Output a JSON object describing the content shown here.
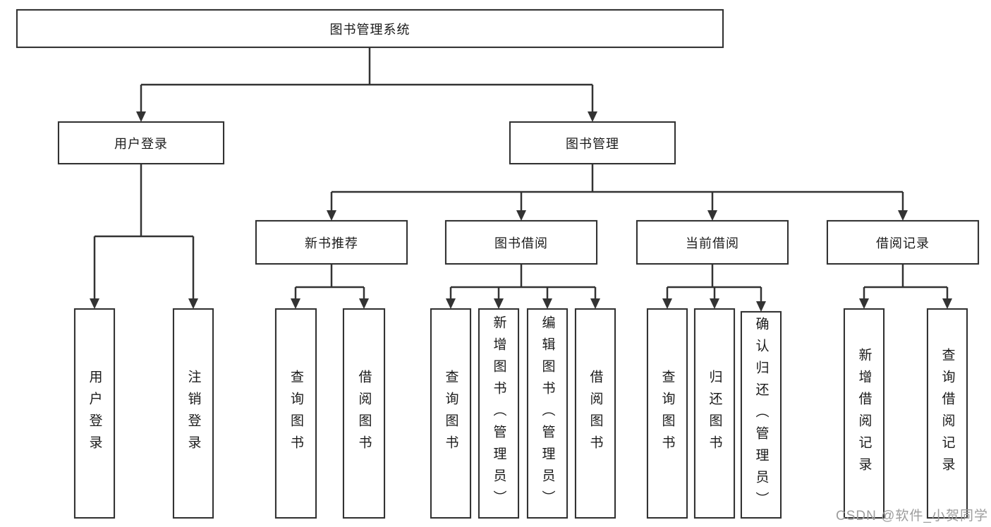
{
  "diagram_type": "hierarchy-tree",
  "tree": {
    "root": {
      "label": "图书管理系统",
      "children": [
        {
          "label": "用户登录",
          "children": [
            {
              "label": "用户登录"
            },
            {
              "label": "注销登录"
            }
          ]
        },
        {
          "label": "图书管理",
          "children": [
            {
              "label": "新书推荐",
              "children": [
                {
                  "label": "查询图书"
                },
                {
                  "label": "借阅图书"
                }
              ]
            },
            {
              "label": "图书借阅",
              "children": [
                {
                  "label": "查询图书"
                },
                {
                  "label": "新增图书（管理员）"
                },
                {
                  "label": "编辑图书（管理员）"
                },
                {
                  "label": "借阅图书"
                }
              ]
            },
            {
              "label": "当前借阅",
              "children": [
                {
                  "label": "查询图书"
                },
                {
                  "label": "归还图书"
                },
                {
                  "label": "确认归还（管理员）"
                }
              ]
            },
            {
              "label": "借阅记录",
              "children": [
                {
                  "label": "新增借阅记录"
                },
                {
                  "label": "查询借阅记录"
                }
              ]
            }
          ]
        }
      ]
    }
  },
  "watermark": {
    "text": "CSDN @软件_小贺同学"
  },
  "colors": {
    "line": "#333333",
    "box_border": "#333333",
    "text": "#1b1b1b",
    "background": "#ffffff",
    "watermark": "#9d9d9d"
  }
}
